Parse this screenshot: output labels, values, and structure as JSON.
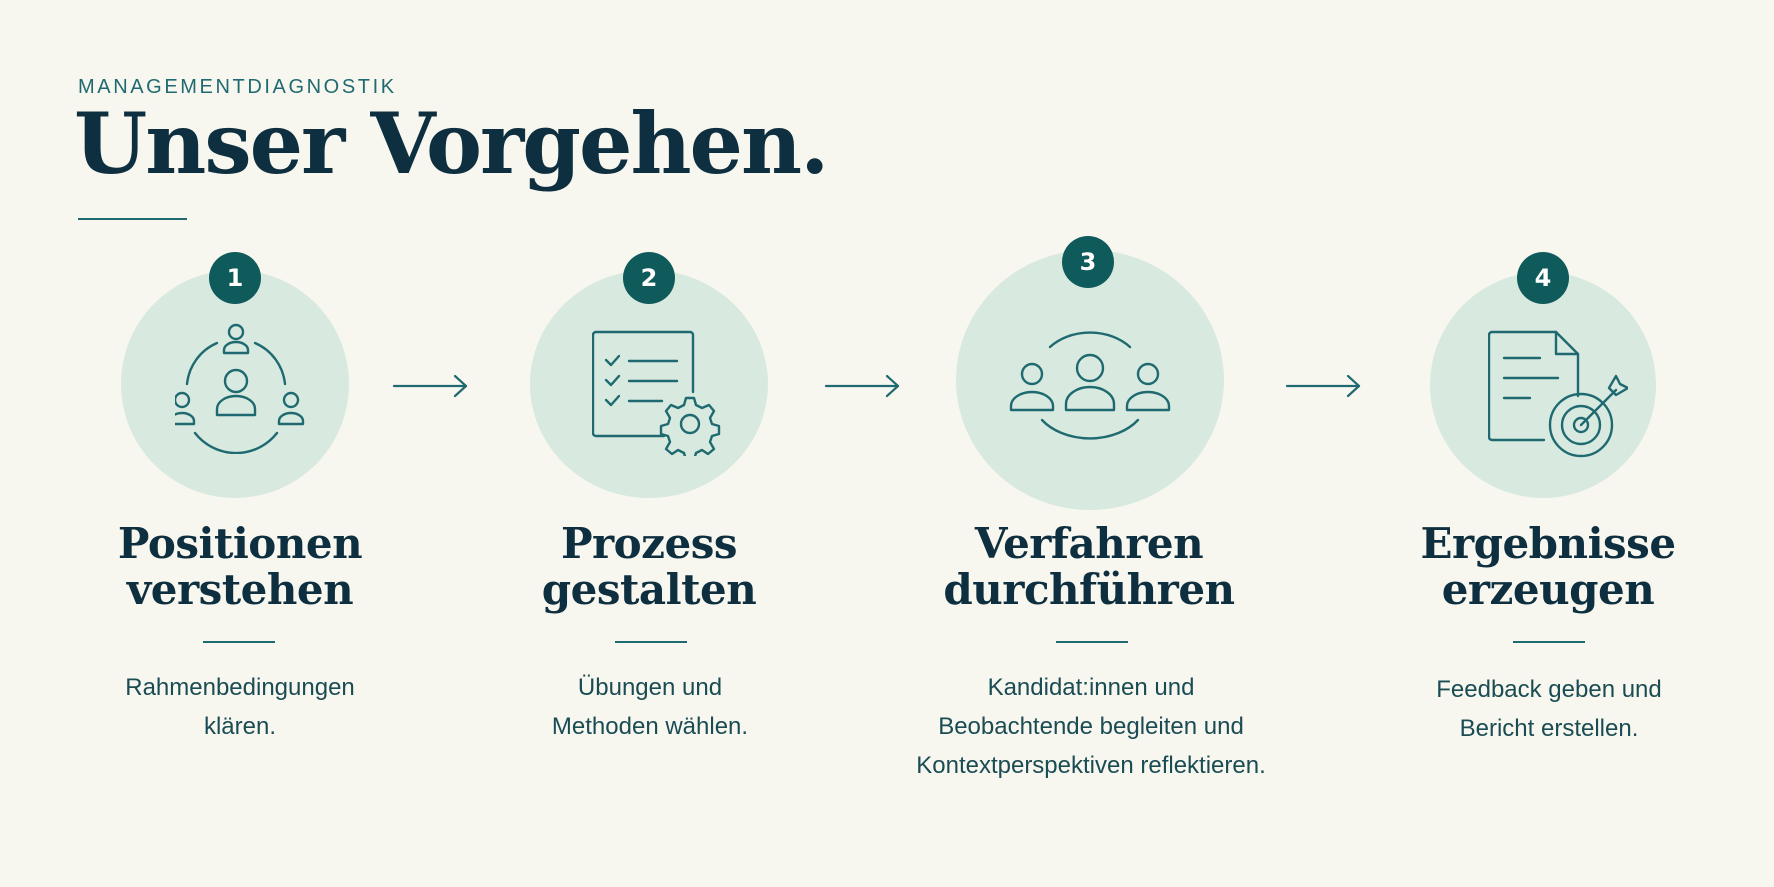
{
  "header": {
    "eyebrow": "MANAGEMENTDIAGNOSTIK",
    "title": "Unser Vorgehen."
  },
  "colors": {
    "background": "#f8f7ef",
    "accent": "#0f5a5a",
    "circle": "#d8e9e0",
    "text": "#0e2f3f"
  },
  "steps": [
    {
      "number": "1",
      "icon": "people-network-icon",
      "title_lines": [
        "Positionen",
        "verstehen"
      ],
      "desc_lines": [
        "Rahmenbedingungen",
        "klären."
      ]
    },
    {
      "number": "2",
      "icon": "checklist-gear-icon",
      "title_lines": [
        "Prozess",
        "gestalten"
      ],
      "desc_lines": [
        "Übungen und",
        "Methoden wählen."
      ]
    },
    {
      "number": "3",
      "icon": "group-cycle-icon",
      "title_lines": [
        "Verfahren",
        "durchführen"
      ],
      "desc_lines": [
        "Kandidat:innen und",
        "Beobachtende begleiten und",
        "Kontextperspektiven reflektieren."
      ]
    },
    {
      "number": "4",
      "icon": "report-target-icon",
      "title_lines": [
        "Ergebnisse",
        "erzeugen"
      ],
      "desc_lines": [
        "Feedback geben und",
        "Bericht erstellen."
      ]
    }
  ],
  "connectors": [
    "arrow-right-icon",
    "arrow-right-icon",
    "arrow-right-icon"
  ]
}
